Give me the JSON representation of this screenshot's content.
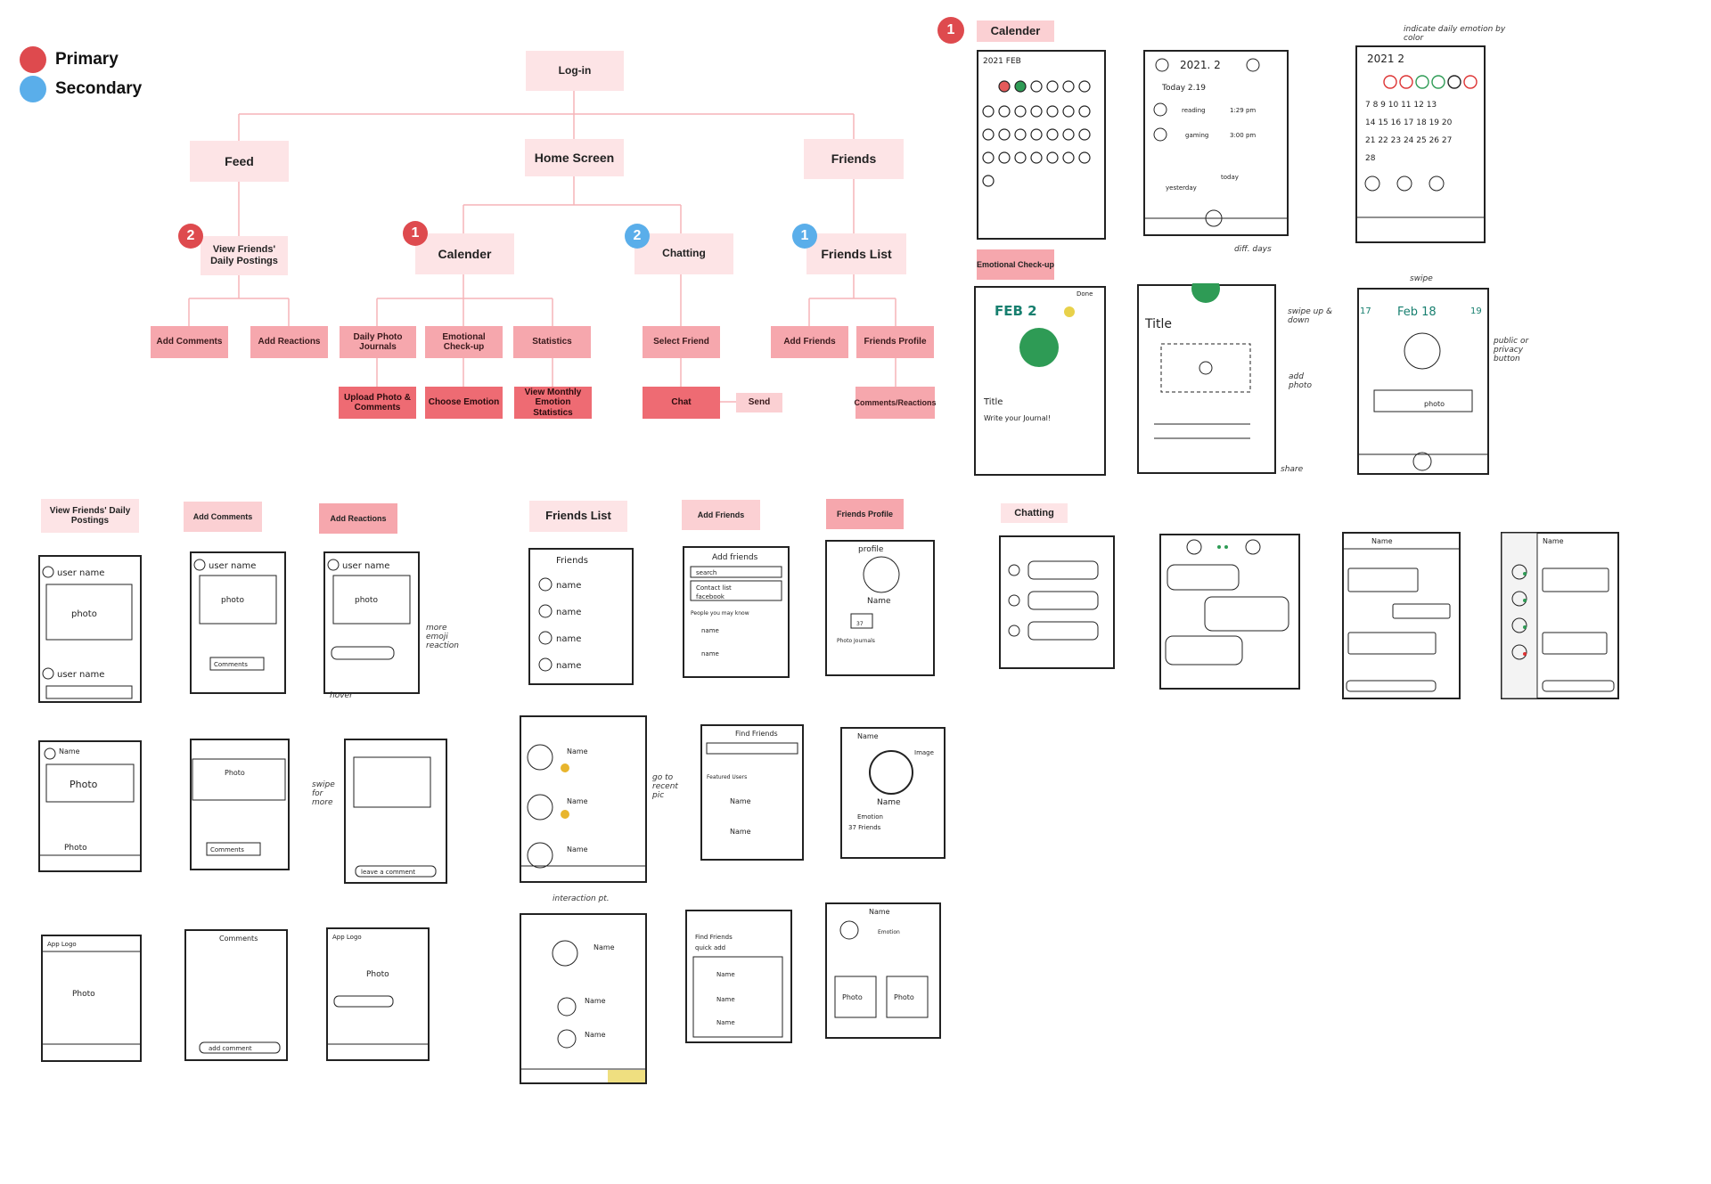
{
  "legend": {
    "primary": "Primary",
    "secondary": "Secondary",
    "primary_color": "#de4a4e",
    "secondary_color": "#5aaeea"
  },
  "flow": {
    "login": "Log-in",
    "feed": "Feed",
    "home": "Home Screen",
    "friends": "Friends",
    "view_friends": "View Friends' Daily Postings",
    "calender": "Calender",
    "chatting": "Chatting",
    "friends_list": "Friends List",
    "add_comments": "Add Comments",
    "add_reactions": "Add Reactions",
    "daily_photo": "Daily Photo Journals",
    "emotional": "Emotional Check-up",
    "statistics": "Statistics",
    "select_friend": "Select Friend",
    "add_friends": "Add Friends",
    "friends_profile": "Friends Profile",
    "upload_photo": "Upload Photo & Comments",
    "choose_emotion": "Choose Emotion",
    "monthly_stats": "View Monthly Emotion Statistics",
    "chat": "Chat",
    "send": "Send",
    "comments_reactions": "Comments/Reactions",
    "badges": {
      "view_friends": "2",
      "calender": "1",
      "chatting": "2",
      "friends_list": "1"
    }
  },
  "sections": {
    "calender_badge": "1",
    "calender": "Calender",
    "emotional": "Emotional Check-up",
    "view_friends": "View Friends' Daily Postings",
    "add_comments": "Add Comments",
    "add_reactions": "Add Reactions",
    "friends_list": "Friends List",
    "add_friends": "Add Friends",
    "friends_profile": "Friends Profile",
    "chatting": "Chatting"
  },
  "sketch_text": {
    "cal1_year": "2021 FEB",
    "cal2_year": "2021. 2",
    "cal2_today": "Today 2.19",
    "cal2_reading": "reading",
    "cal2_reading_time": "1:29 pm",
    "cal2_gaming": "gaming",
    "cal2_gaming_time": "3:00 pm",
    "cal2_yesterday": "yesterday",
    "cal2_today_lbl": "today",
    "cal2_diff": "diff. days",
    "cal3_year": "2021 2",
    "cal3_note": "indicate daily emotion by color",
    "emo1_date": "FEB 2",
    "emo1_done": "Done",
    "emo1_title": "Title",
    "emo1_write": "Write your Journal!",
    "emo2_title": "Title",
    "emo2_swipe": "swipe up & down",
    "emo2_add": "add photo",
    "emo2_share": "share",
    "emo3_swipe": "swipe",
    "emo3_date": "Feb 18",
    "emo3_prev": "17",
    "emo3_next": "19",
    "emo3_public": "public or privacy button",
    "emo3_photo": "photo",
    "user_name": "user name",
    "photo": "photo",
    "comments": "Comments",
    "more_reaction": "more emoji reaction",
    "hover": "hover",
    "friends": "Friends",
    "name": "name",
    "add_friends_title": "Add friends",
    "search": "search",
    "contact_list": "Contact list",
    "facebook": "facebook",
    "people_know": "People you may know",
    "profile": "profile",
    "Name": "Name",
    "friends_count": "37",
    "photo_journals": "Photo Journals",
    "find_friends": "Find Friends",
    "go_to_recent": "go to recent pic",
    "interaction": "interaction pt.",
    "image": "Image",
    "emotion": "Emotion",
    "friends_37": "37 Friends",
    "quick_add": "quick add",
    "featured_users": "Featured Users",
    "swipe_for_more": "swipe for more",
    "leave_comment": "leave a comment",
    "app_logo": "App Logo",
    "comments_title": "Comments",
    "add_comment": "add comment",
    "photo_cap": "Photo"
  }
}
